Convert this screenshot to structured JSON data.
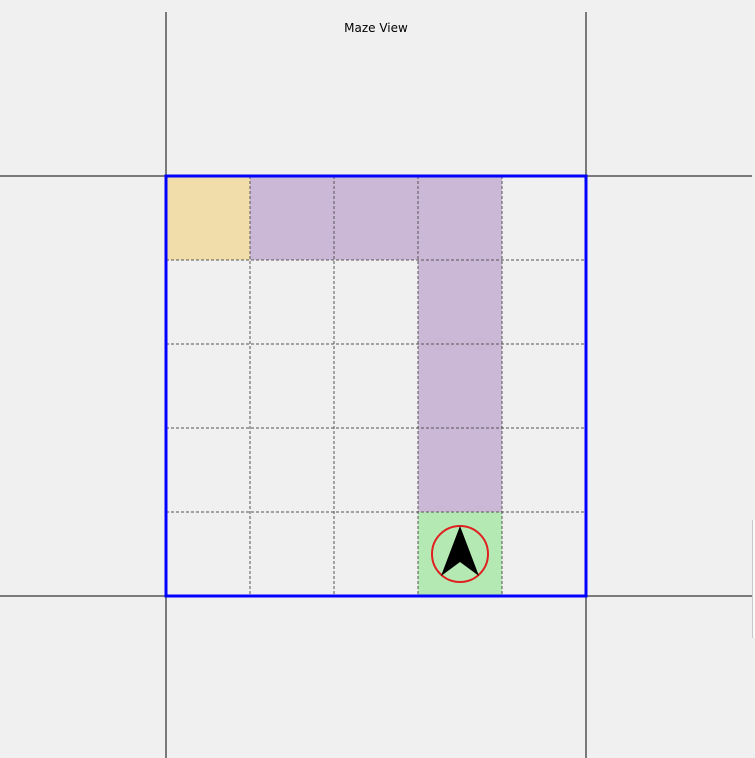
{
  "window": {
    "title": "Maze View"
  },
  "maze": {
    "rows": 5,
    "cols": 5,
    "start": {
      "row": 0,
      "col": 0
    },
    "agent": {
      "row": 4,
      "col": 3,
      "heading": "up"
    },
    "visited_path": [
      {
        "row": 0,
        "col": 1
      },
      {
        "row": 0,
        "col": 2
      },
      {
        "row": 0,
        "col": 3
      },
      {
        "row": 1,
        "col": 3
      },
      {
        "row": 2,
        "col": 3
      },
      {
        "row": 3,
        "col": 3
      }
    ],
    "colors": {
      "border": "#0000ff",
      "start_fill": "#ebd28c",
      "path_fill": "#b9a0c8",
      "agent_cell_fill": "#9be19b",
      "agent_ring": "#e02020",
      "agent_arrow": "#000000",
      "grid_line": "#555555",
      "cell_bg": "#f0f0f0"
    },
    "icons": {
      "agent": "navigation-arrow-icon",
      "agent_ring": "target-ring-icon"
    }
  }
}
